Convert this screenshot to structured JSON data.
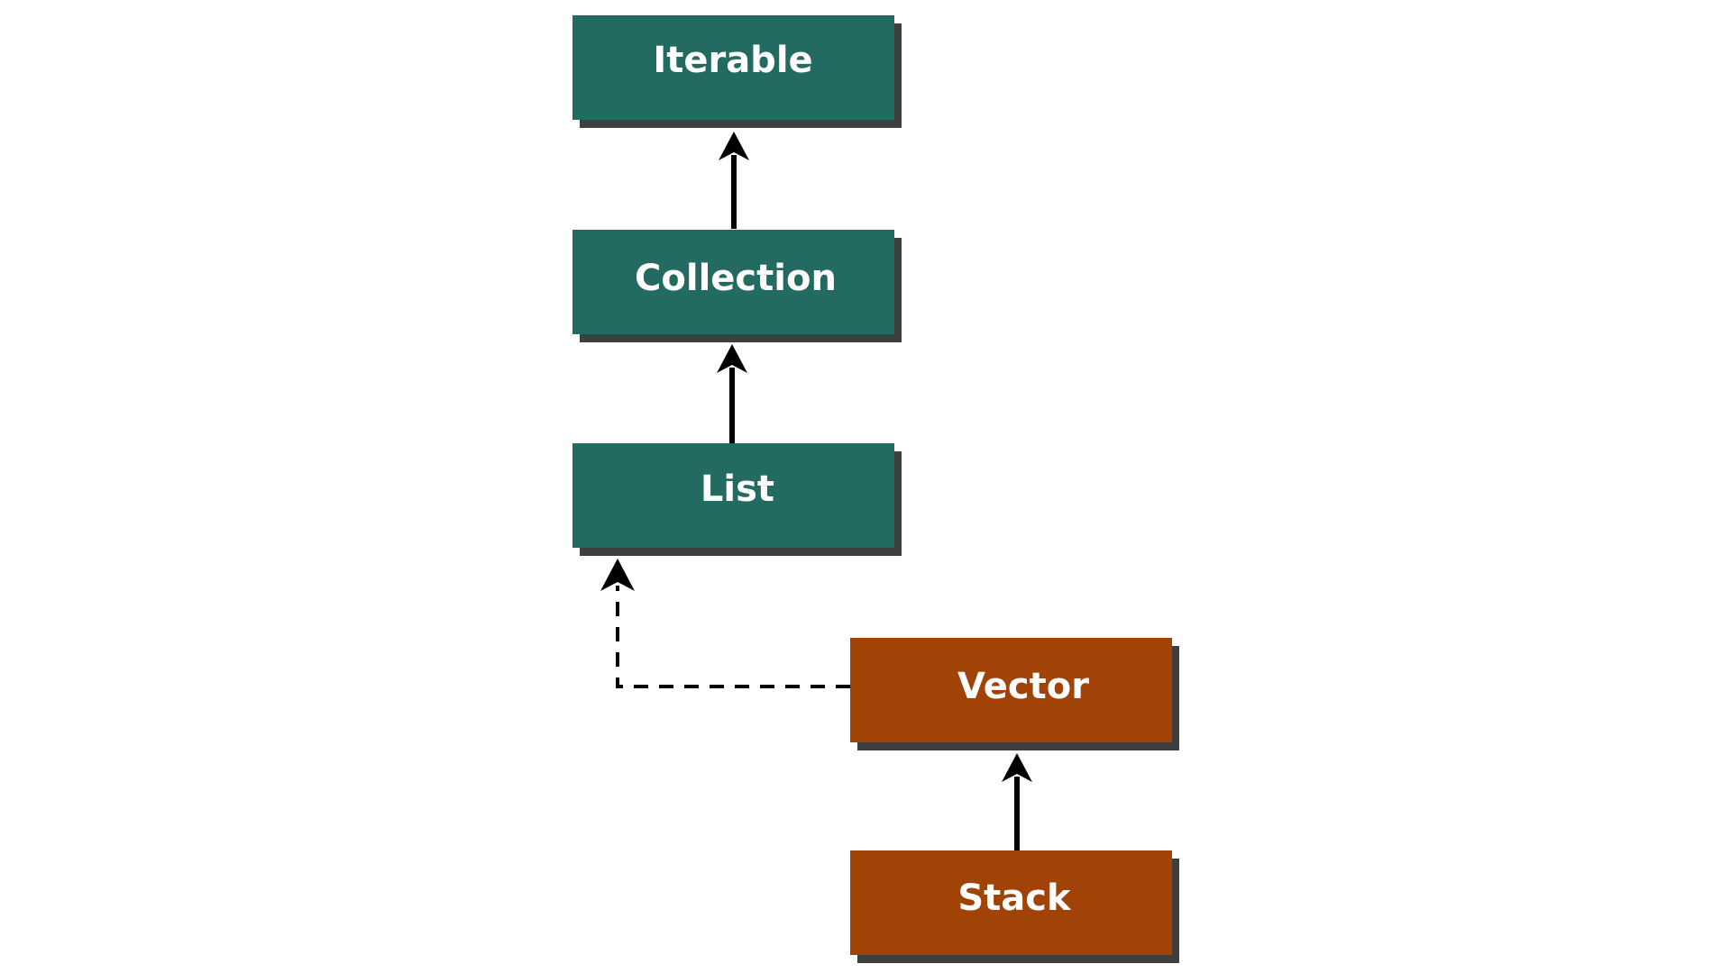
{
  "colors": {
    "interface": "#236b60",
    "class": "#a14307",
    "shadow": "#3f3f3f",
    "arrow": "#000000",
    "background": "#ffffff"
  },
  "nodes": {
    "iterable": {
      "label": "Iterable",
      "kind": "interface"
    },
    "collection": {
      "label": "Collection",
      "kind": "interface"
    },
    "list": {
      "label": "List",
      "kind": "interface"
    },
    "vector": {
      "label": "Vector",
      "kind": "class"
    },
    "stack": {
      "label": "Stack",
      "kind": "class"
    }
  },
  "edges": [
    {
      "from": "collection",
      "to": "iterable",
      "style": "solid"
    },
    {
      "from": "list",
      "to": "collection",
      "style": "solid"
    },
    {
      "from": "vector",
      "to": "list",
      "style": "dashed"
    },
    {
      "from": "stack",
      "to": "vector",
      "style": "solid"
    }
  ]
}
